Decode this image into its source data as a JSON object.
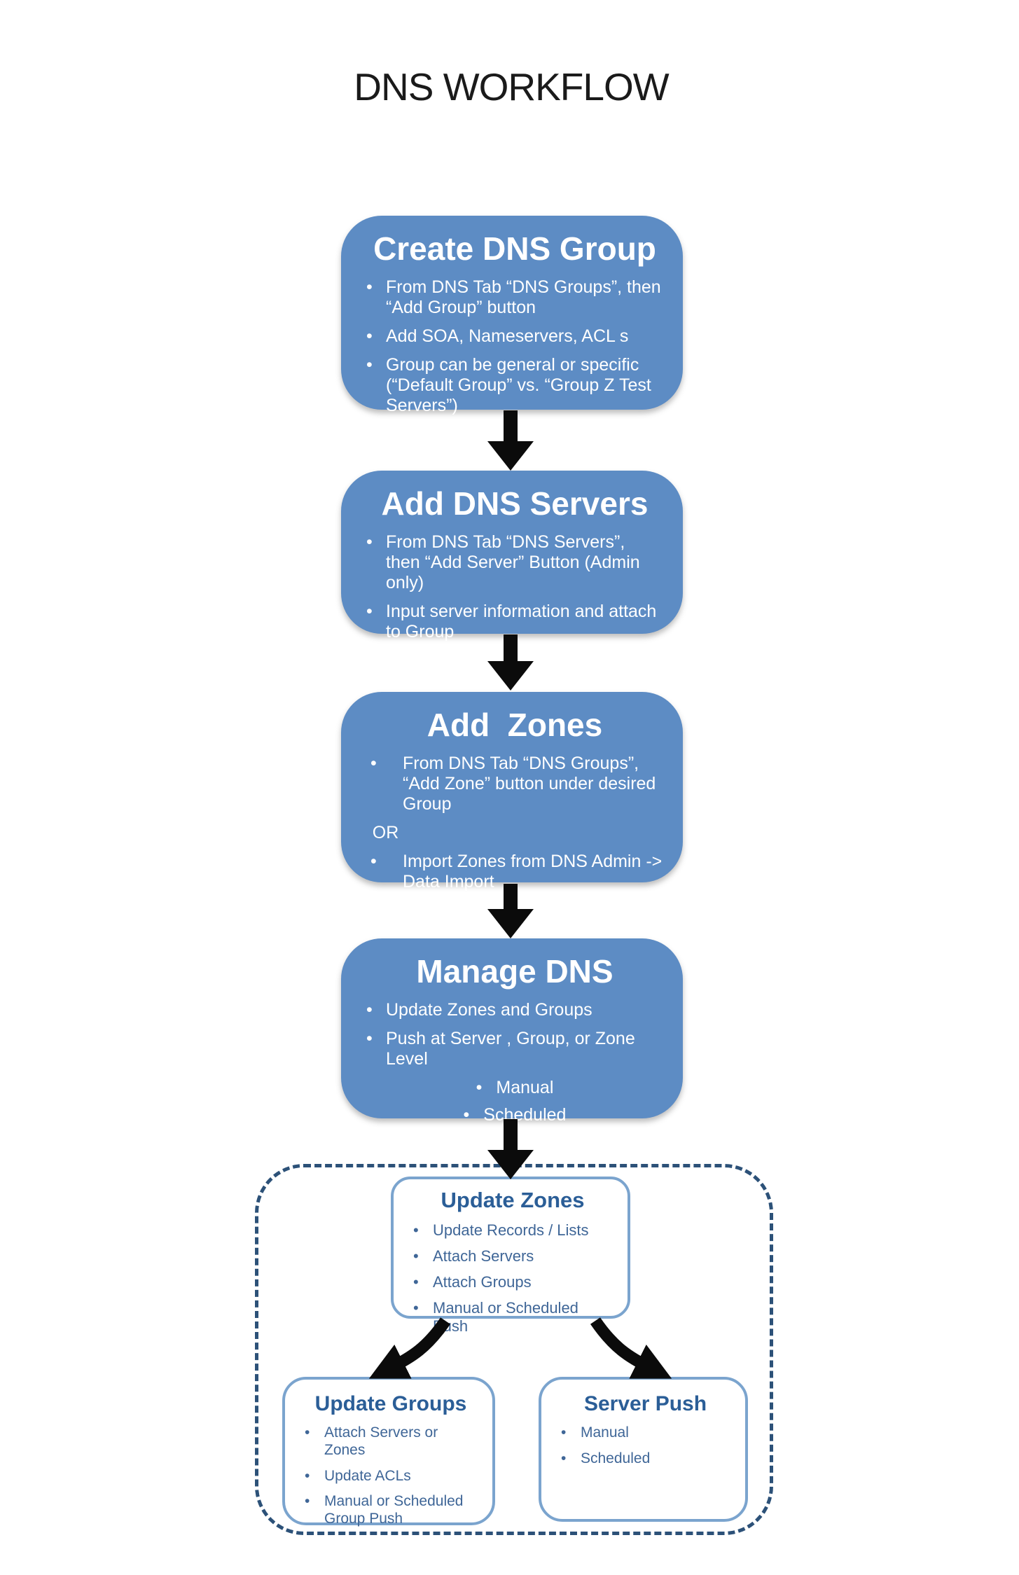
{
  "title": "DNS WORKFLOW",
  "colors": {
    "title_text": "#1A1A1A",
    "flow_box_fill": "#5D8CC4",
    "flow_box_text": "#FFFFFF",
    "detail_box_border": "#7BA4CE",
    "detail_box_title": "#2B5E97",
    "detail_box_text": "#3F6697",
    "dashed_border": "#2C5178",
    "arrow": "#0B0B0B"
  },
  "flow_boxes": [
    {
      "id": "create-dns-group",
      "title": "Create DNS Group",
      "bullets": [
        "From DNS Tab “DNS Groups”, then “Add Group” button",
        "Add SOA, Nameservers, ACL s",
        "Group can be general or specific (“Default Group” vs. “Group Z Test Servers”)"
      ]
    },
    {
      "id": "add-dns-servers",
      "title": "Add DNS Servers",
      "bullets": [
        "From DNS Tab “DNS Servers”, then “Add Server” Button (Admin only)",
        "Input server information and attach to Group"
      ]
    },
    {
      "id": "add-zones",
      "title": "Add  Zones",
      "bullets": [
        "From DNS Tab “DNS Groups”, “Add Zone” button under desired Group",
        "OR",
        "Import Zones from DNS Admin -> Data Import"
      ]
    },
    {
      "id": "manage-dns",
      "title": "Manage DNS",
      "bullets": [
        "Update Zones and Groups",
        "Push at Server , Group, or Zone Level"
      ],
      "sub_bullets": [
        "Manual",
        "Scheduled"
      ]
    }
  ],
  "detail_boxes": [
    {
      "id": "update-zones",
      "title": "Update Zones",
      "bullets": [
        "Update Records / Lists",
        "Attach Servers",
        "Attach Groups",
        "Manual or Scheduled Push"
      ]
    },
    {
      "id": "update-groups",
      "title": "Update Groups",
      "bullets": [
        "Attach Servers or Zones",
        "Update ACLs",
        "Manual or Scheduled Group Push"
      ]
    },
    {
      "id": "server-push",
      "title": "Server Push",
      "bullets": [
        "Manual",
        "Scheduled"
      ]
    }
  ]
}
